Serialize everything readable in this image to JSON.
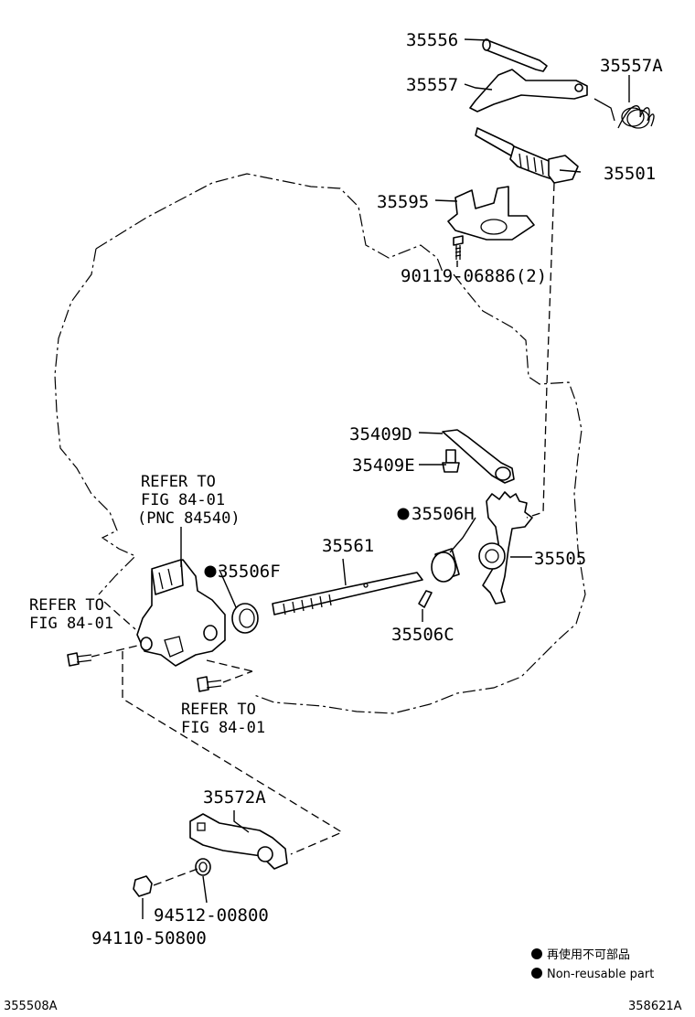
{
  "labels": {
    "p35556": "35556",
    "p35557": "35557",
    "p35557A": "35557A",
    "p35501": "35501",
    "p35595": "35595",
    "p90119": "90119-06886(2)",
    "p35409D": "35409D",
    "p35409E": "35409E",
    "p35506H": "35506H",
    "p35505": "35505",
    "p35561": "35561",
    "p35506F": "35506F",
    "p35506C": "35506C",
    "p35572A": "35572A",
    "p94512": "94512-00800",
    "p94110": "94110-50800"
  },
  "refs": {
    "ref_top_line1": "REFER TO",
    "ref_top_line2": "FIG 84-01",
    "ref_top_line3": "(PNC 84540)",
    "ref_left_line1": "REFER TO",
    "ref_left_line2": "FIG 84-01",
    "ref_bottom_line1": "REFER TO",
    "ref_bottom_line2": "FIG 84-01"
  },
  "legend": {
    "japanese": "再使用不可部品",
    "english": "Non-reusable part"
  },
  "footer": {
    "left_code": "355508A",
    "right_code": "358621A"
  },
  "non_reusable_marker": "●"
}
